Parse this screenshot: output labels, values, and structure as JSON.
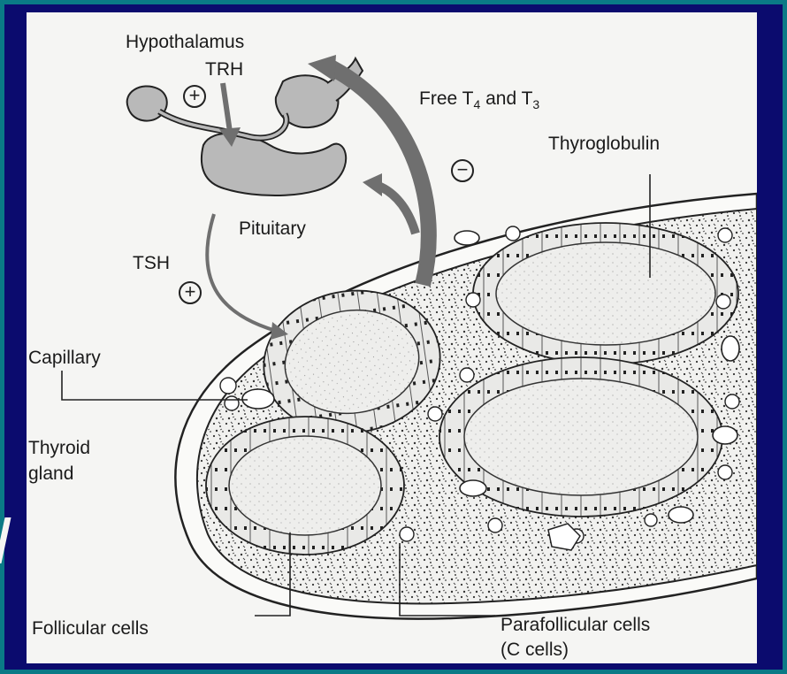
{
  "labels": {
    "hypothalamus": "Hypothalamus",
    "trh": "TRH",
    "free_t4_t3": {
      "prefix": "Free T",
      "sub1": "4",
      "mid": " and T",
      "sub2": "3"
    },
    "thyroglobulin": "Thyroglobulin",
    "pituitary": "Pituitary",
    "tsh": "TSH",
    "capillary": "Capillary",
    "thyroid_line1": "Thyroid",
    "thyroid_line2": "gland",
    "follicular_cells": "Follicular cells",
    "parafollicular_line1": "Parafollicular cells",
    "parafollicular_line2": "(C cells)"
  },
  "signs": {
    "trh_sign": "+",
    "feedback_sign": "−",
    "tsh_sign": "+"
  },
  "colors": {
    "background": "#0b0b6e",
    "frame": "#0a7a86",
    "paper": "#f5f5f3",
    "ink": "#1a1a1a",
    "arrow_gray": "#6f6f6f"
  }
}
